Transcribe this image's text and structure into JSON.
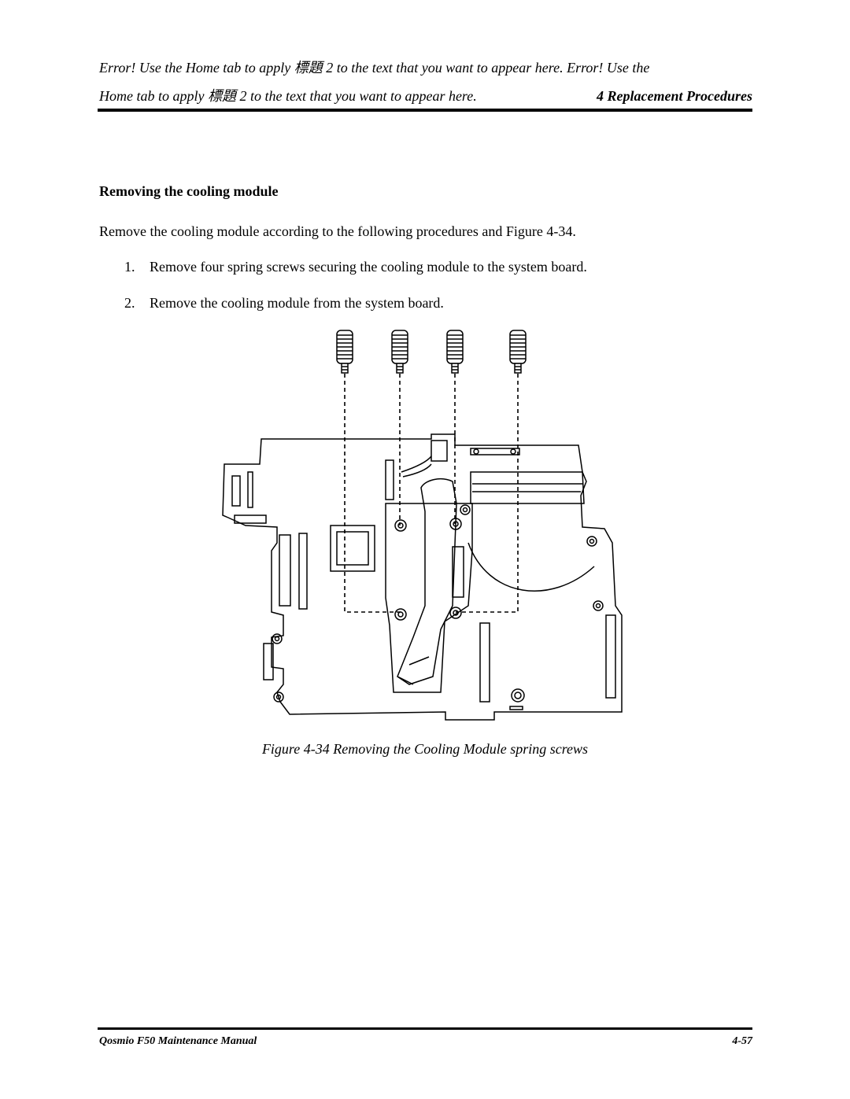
{
  "header": {
    "line1": "Error! Use the Home tab to apply 標題 2 to the text that you want to appear here. Error! Use the",
    "line2": "Home tab to apply 標題 2 to the text that you want to appear here.",
    "chapter": "4 Replacement Procedures"
  },
  "section": {
    "title": "Removing the cooling module",
    "intro": "Remove the cooling module according to the following procedures and Figure 4-34.",
    "steps": [
      {
        "num": "1.",
        "text": "Remove four spring screws securing the cooling module to the system board."
      },
      {
        "num": "2.",
        "text": "Remove the cooling module from the system board."
      }
    ]
  },
  "figure": {
    "caption": "Figure 4-34 Removing the Cooling Module spring screws"
  },
  "footer": {
    "manual": "Qosmio F50  Maintenance Manual",
    "page": "4-57"
  }
}
